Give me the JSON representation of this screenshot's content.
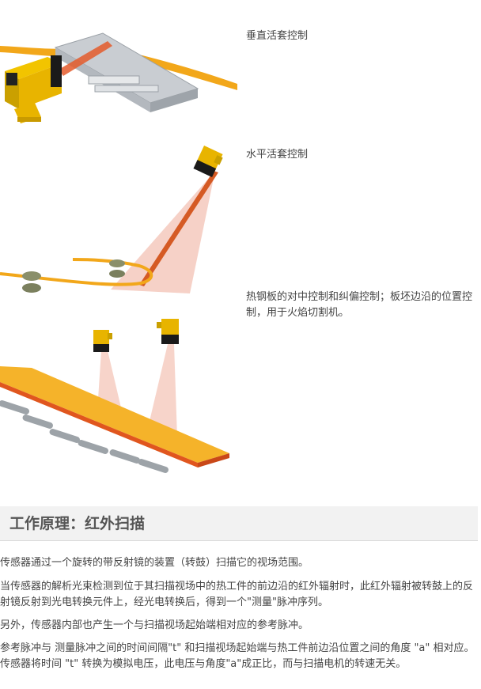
{
  "applications": [
    {
      "caption": "垂直活套控制"
    },
    {
      "caption": "水平活套控制"
    },
    {
      "caption": "热钢板的对中控制和纠偏控制；板坯边沿的位置控制，用于火焰切割机。"
    }
  ],
  "section": {
    "title": "工作原理：红外扫描"
  },
  "paragraphs": [
    "传感器通过一个旋转的带反射镜的装置（转鼓）扫描它的视场范围。",
    "当传感器的解析光束检测到位于其扫描视场中的热工件的前边沿的红外辐射时，此红外辐射被转鼓上的反射镜反射到光电转换元件上，经光电转换后，得到一个\"测量\"脉冲序列。",
    "另外，传感器内部也产生一个与扫描视场起始端相对应的参考脉冲。",
    "参考脉冲与 测量脉冲之间的时间间隔\"t\" 和扫描视场起始端与热工件前边沿位置之间的角度 \"a\" 相对应。传感器将时间 \"t\" 转换为模拟电压，此电压与角度\"a\"成正比，而与扫描电机的转速无关。"
  ],
  "colors": {
    "sensor_yellow": "#e8b400",
    "hot_steel": "#f5a81c",
    "scan_beam": "#f3c2b4",
    "header_bg": "#f2f2f2"
  }
}
